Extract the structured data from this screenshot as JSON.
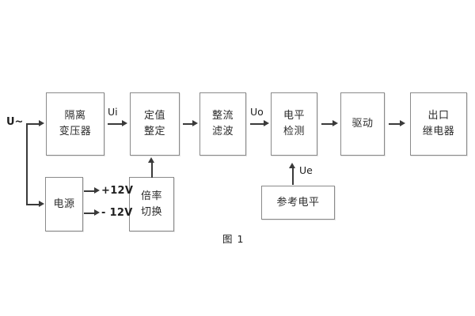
{
  "figure": {
    "caption": "图 1",
    "input_label": "U~",
    "colors": {
      "background": "#ffffff",
      "box_border": "#8a8a8a",
      "line": "#3a3a3a",
      "text": "#1f1f1f"
    }
  },
  "blocks": [
    {
      "id": "isolation-transformer",
      "lines": [
        "隔离",
        "变压器"
      ]
    },
    {
      "id": "setpoint-adjust",
      "lines": [
        "定值",
        "整定"
      ]
    },
    {
      "id": "rectify-filter",
      "lines": [
        "整流",
        "滤波"
      ]
    },
    {
      "id": "level-detect",
      "lines": [
        "电平",
        "检测"
      ]
    },
    {
      "id": "driver",
      "lines": [
        "驱动"
      ]
    },
    {
      "id": "output-relay",
      "lines": [
        "出口",
        "继电器"
      ]
    },
    {
      "id": "power-supply",
      "lines": [
        "电源"
      ]
    },
    {
      "id": "multiplier-switch",
      "lines": [
        "倍率",
        "切换"
      ]
    },
    {
      "id": "reference-level",
      "lines": [
        "参考电平"
      ]
    }
  ],
  "signals": {
    "ui": "Ui",
    "uo": "Uo",
    "ue": "Ue",
    "v_pos": "+12V",
    "v_neg": "- 12V"
  }
}
